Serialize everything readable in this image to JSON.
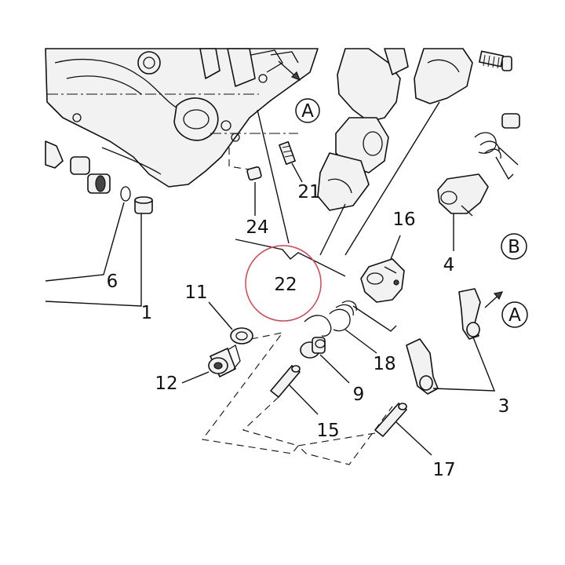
{
  "diagram": {
    "part_labels": {
      "p1": "1",
      "p3": "3",
      "p4": "4",
      "p6": "6",
      "p9": "9",
      "p11": "11",
      "p12": "12",
      "p15": "15",
      "p16": "16",
      "p17": "17",
      "p18": "18",
      "p21": "21",
      "p22": "22",
      "p24": "24"
    },
    "view_markers": {
      "a_top": "A",
      "a_right": "A",
      "b_right": "B"
    },
    "highlight_color": "#d9434f"
  }
}
